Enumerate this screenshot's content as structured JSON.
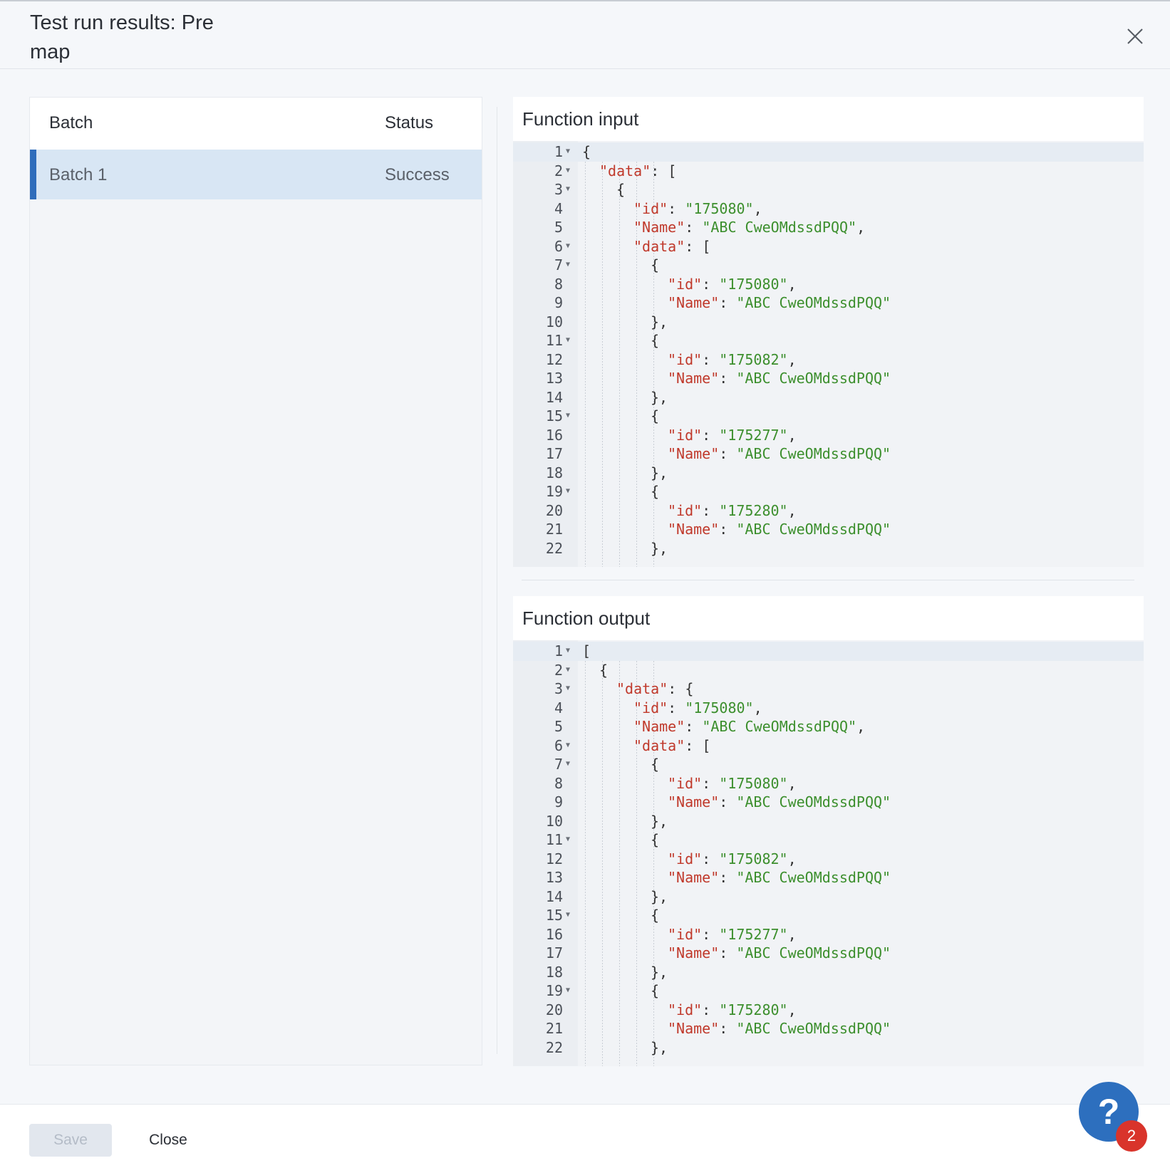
{
  "dialog": {
    "title": "Test run results: Pre map"
  },
  "batch_table": {
    "columns": [
      "Batch",
      "Status"
    ],
    "rows": [
      {
        "batch": "Batch 1",
        "status": "Success",
        "selected": true
      }
    ]
  },
  "function_input": {
    "heading": "Function input",
    "lines": [
      {
        "n": "1",
        "fold": true,
        "indent": 0,
        "html": "{"
      },
      {
        "n": "2",
        "fold": true,
        "indent": 1,
        "key": "data",
        "rest": ": ["
      },
      {
        "n": "3",
        "fold": true,
        "indent": 2,
        "plain": "{"
      },
      {
        "n": "4",
        "fold": false,
        "indent": 3,
        "key": "id",
        "val": "175080",
        "tail": ","
      },
      {
        "n": "5",
        "fold": false,
        "indent": 3,
        "key": "Name",
        "val": "ABC CweOMdssdPQQ",
        "tail": ","
      },
      {
        "n": "6",
        "fold": true,
        "indent": 3,
        "key": "data",
        "rest": ": ["
      },
      {
        "n": "7",
        "fold": true,
        "indent": 4,
        "plain": "{"
      },
      {
        "n": "8",
        "fold": false,
        "indent": 5,
        "key": "id",
        "val": "175080",
        "tail": ","
      },
      {
        "n": "9",
        "fold": false,
        "indent": 5,
        "key": "Name",
        "val": "ABC CweOMdssdPQQ",
        "tail": ""
      },
      {
        "n": "10",
        "fold": false,
        "indent": 4,
        "plain": "},"
      },
      {
        "n": "11",
        "fold": true,
        "indent": 4,
        "plain": "{"
      },
      {
        "n": "12",
        "fold": false,
        "indent": 5,
        "key": "id",
        "val": "175082",
        "tail": ","
      },
      {
        "n": "13",
        "fold": false,
        "indent": 5,
        "key": "Name",
        "val": "ABC CweOMdssdPQQ",
        "tail": ""
      },
      {
        "n": "14",
        "fold": false,
        "indent": 4,
        "plain": "},"
      },
      {
        "n": "15",
        "fold": true,
        "indent": 4,
        "plain": "{"
      },
      {
        "n": "16",
        "fold": false,
        "indent": 5,
        "key": "id",
        "val": "175277",
        "tail": ","
      },
      {
        "n": "17",
        "fold": false,
        "indent": 5,
        "key": "Name",
        "val": "ABC CweOMdssdPQQ",
        "tail": ""
      },
      {
        "n": "18",
        "fold": false,
        "indent": 4,
        "plain": "},"
      },
      {
        "n": "19",
        "fold": true,
        "indent": 4,
        "plain": "{"
      },
      {
        "n": "20",
        "fold": false,
        "indent": 5,
        "key": "id",
        "val": "175280",
        "tail": ","
      },
      {
        "n": "21",
        "fold": false,
        "indent": 5,
        "key": "Name",
        "val": "ABC CweOMdssdPQQ",
        "tail": ""
      },
      {
        "n": "22",
        "fold": false,
        "indent": 4,
        "plain": "},"
      }
    ]
  },
  "function_output": {
    "heading": "Function output",
    "lines": [
      {
        "n": "1",
        "fold": true,
        "indent": 0,
        "plain": "["
      },
      {
        "n": "2",
        "fold": true,
        "indent": 1,
        "plain": "{"
      },
      {
        "n": "3",
        "fold": true,
        "indent": 2,
        "key": "data",
        "rest": ": {"
      },
      {
        "n": "4",
        "fold": false,
        "indent": 3,
        "key": "id",
        "val": "175080",
        "tail": ","
      },
      {
        "n": "5",
        "fold": false,
        "indent": 3,
        "key": "Name",
        "val": "ABC CweOMdssdPQQ",
        "tail": ","
      },
      {
        "n": "6",
        "fold": true,
        "indent": 3,
        "key": "data",
        "rest": ": ["
      },
      {
        "n": "7",
        "fold": true,
        "indent": 4,
        "plain": "{"
      },
      {
        "n": "8",
        "fold": false,
        "indent": 5,
        "key": "id",
        "val": "175080",
        "tail": ","
      },
      {
        "n": "9",
        "fold": false,
        "indent": 5,
        "key": "Name",
        "val": "ABC CweOMdssdPQQ",
        "tail": ""
      },
      {
        "n": "10",
        "fold": false,
        "indent": 4,
        "plain": "},"
      },
      {
        "n": "11",
        "fold": true,
        "indent": 4,
        "plain": "{"
      },
      {
        "n": "12",
        "fold": false,
        "indent": 5,
        "key": "id",
        "val": "175082",
        "tail": ","
      },
      {
        "n": "13",
        "fold": false,
        "indent": 5,
        "key": "Name",
        "val": "ABC CweOMdssdPQQ",
        "tail": ""
      },
      {
        "n": "14",
        "fold": false,
        "indent": 4,
        "plain": "},"
      },
      {
        "n": "15",
        "fold": true,
        "indent": 4,
        "plain": "{"
      },
      {
        "n": "16",
        "fold": false,
        "indent": 5,
        "key": "id",
        "val": "175277",
        "tail": ","
      },
      {
        "n": "17",
        "fold": false,
        "indent": 5,
        "key": "Name",
        "val": "ABC CweOMdssdPQQ",
        "tail": ""
      },
      {
        "n": "18",
        "fold": false,
        "indent": 4,
        "plain": "},"
      },
      {
        "n": "19",
        "fold": true,
        "indent": 4,
        "plain": "{"
      },
      {
        "n": "20",
        "fold": false,
        "indent": 5,
        "key": "id",
        "val": "175280",
        "tail": ","
      },
      {
        "n": "21",
        "fold": false,
        "indent": 5,
        "key": "Name",
        "val": "ABC CweOMdssdPQQ",
        "tail": ""
      },
      {
        "n": "22",
        "fold": false,
        "indent": 4,
        "plain": "},"
      }
    ]
  },
  "footer": {
    "save_label": "Save",
    "close_label": "Close"
  },
  "help": {
    "glyph": "?",
    "badge_count": "2"
  },
  "colors": {
    "accent": "#2f6dbb",
    "selected_row": "#d8e6f4",
    "json_key": "#c0392b",
    "json_string": "#3c8f2d",
    "badge": "#d9342b"
  },
  "icons": [
    "close-icon",
    "fold-arrow-icon",
    "help-icon"
  ]
}
